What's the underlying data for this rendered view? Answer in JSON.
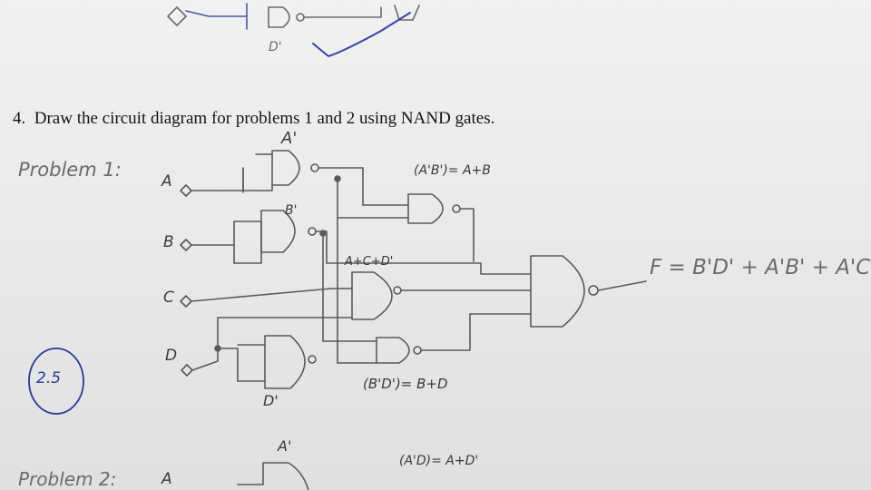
{
  "question": {
    "number": "4.",
    "text": "Draw the circuit diagram for problems 1 and 2 using NAND gates."
  },
  "problem1": {
    "heading": "Problem 1:",
    "inputs": [
      "A",
      "B",
      "C",
      "D"
    ],
    "gate_labels": {
      "a_complement": "A'",
      "b_complement": "B'",
      "d_complement": "D'",
      "ab_term": "(A'B')= A+B",
      "acd_term": "A+C+D'",
      "bd_term": "(B'D')= B+D"
    },
    "output": "F = B'D' + A'B' + A'CD"
  },
  "score": "2.5",
  "top_fragment_label": "D'",
  "problem2": {
    "heading": "Problem 2:",
    "input": "A",
    "gate_labels": {
      "a_complement": "A'",
      "ad_term": "(A'D)= A+D'"
    }
  },
  "colors": {
    "pencil": "#5a5a5a",
    "ink_blue": "#2a3b8f",
    "paper": "#ececed"
  }
}
